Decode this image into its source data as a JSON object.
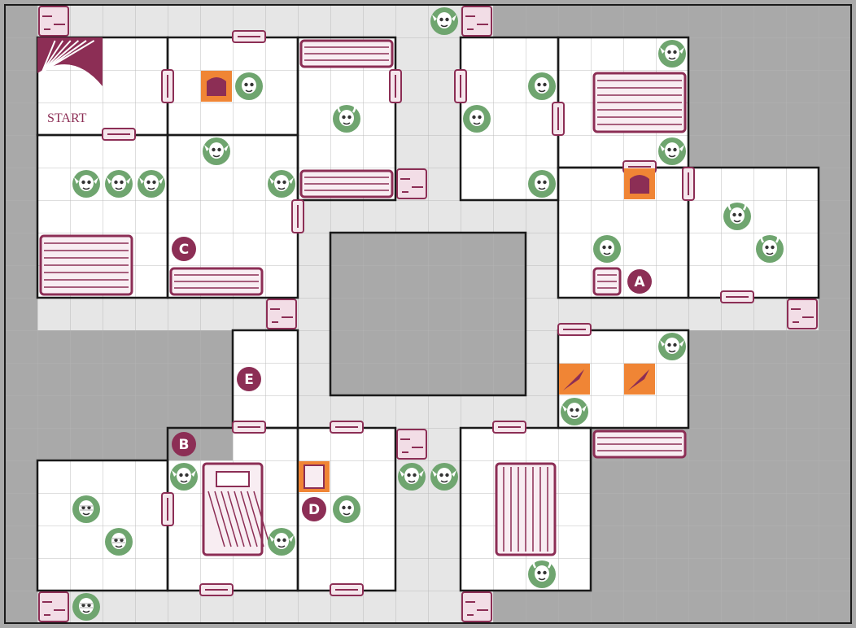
{
  "board": {
    "start_label": "START",
    "colors": {
      "outside": "#a9a9a9",
      "corridor": "#e6e6e6",
      "room": "#ffffff",
      "wall": "#1a1a1a",
      "furniture": "#8c2e55",
      "monster": "#6fa56f",
      "marker": "#8c2e55",
      "trap": "#f08535"
    }
  },
  "markers": [
    {
      "id": "A",
      "label": "A",
      "col": 19,
      "row": 8
    },
    {
      "id": "B",
      "label": "B",
      "col": 5,
      "row": 13
    },
    {
      "id": "C",
      "label": "C",
      "col": 5,
      "row": 7
    },
    {
      "id": "D",
      "label": "D",
      "col": 9,
      "row": 15
    },
    {
      "id": "E",
      "label": "E",
      "col": 7,
      "row": 11
    }
  ],
  "monsters": [
    {
      "kind": "orc",
      "col": 13,
      "row": 0
    },
    {
      "kind": "zombie",
      "col": 7,
      "row": 2
    },
    {
      "kind": "chaos",
      "col": 10,
      "row": 3
    },
    {
      "kind": "skeleton",
      "col": 16,
      "row": 2
    },
    {
      "kind": "skeleton",
      "col": 14,
      "row": 3
    },
    {
      "kind": "skeleton",
      "col": 16,
      "row": 5
    },
    {
      "kind": "orc",
      "col": 20,
      "row": 1
    },
    {
      "kind": "orc",
      "col": 20,
      "row": 4
    },
    {
      "kind": "goblin",
      "col": 6,
      "row": 4
    },
    {
      "kind": "goblin",
      "col": 2,
      "row": 5
    },
    {
      "kind": "goblin",
      "col": 3,
      "row": 5
    },
    {
      "kind": "goblin",
      "col": 4,
      "row": 5
    },
    {
      "kind": "goblin",
      "col": 8,
      "row": 5
    },
    {
      "kind": "chaos",
      "col": 22,
      "row": 6
    },
    {
      "kind": "chaos",
      "col": 23,
      "row": 7
    },
    {
      "kind": "zombie",
      "col": 18,
      "row": 7
    },
    {
      "kind": "goblin",
      "col": 20,
      "row": 10
    },
    {
      "kind": "goblin",
      "col": 17,
      "row": 12
    },
    {
      "kind": "goblin",
      "col": 5,
      "row": 14
    },
    {
      "kind": "goblin",
      "col": 12,
      "row": 14
    },
    {
      "kind": "goblin",
      "col": 13,
      "row": 14
    },
    {
      "kind": "mummy",
      "col": 2,
      "row": 15
    },
    {
      "kind": "mummy",
      "col": 3,
      "row": 16
    },
    {
      "kind": "goblin",
      "col": 8,
      "row": 16
    },
    {
      "kind": "skeleton",
      "col": 10,
      "row": 15
    },
    {
      "kind": "chaos",
      "col": 16,
      "row": 17
    },
    {
      "kind": "mummy",
      "col": 2,
      "row": 18
    }
  ],
  "traps": [
    {
      "kind": "pit",
      "col": 6,
      "row": 2
    },
    {
      "kind": "pit",
      "col": 19,
      "row": 5
    },
    {
      "kind": "spear",
      "col": 17,
      "row": 11
    },
    {
      "kind": "spear",
      "col": 19,
      "row": 11
    },
    {
      "kind": "rubble",
      "col": 9,
      "row": 14
    }
  ],
  "furniture": [
    {
      "kind": "stairway",
      "col": 1,
      "row": 1,
      "w": 2,
      "h": 2
    },
    {
      "kind": "bookcase",
      "col": 9,
      "row": 1,
      "w": 3,
      "h": 1
    },
    {
      "kind": "bookcase",
      "col": 9,
      "row": 5,
      "w": 3,
      "h": 1
    },
    {
      "kind": "rack",
      "col": 18,
      "row": 2,
      "w": 3,
      "h": 2
    },
    {
      "kind": "alchemist-bench",
      "col": 1,
      "row": 7,
      "w": 3,
      "h": 2
    },
    {
      "kind": "weapons-rack",
      "col": 5,
      "row": 8,
      "w": 3,
      "h": 1
    },
    {
      "kind": "chest",
      "col": 18,
      "row": 8,
      "w": 1,
      "h": 1
    },
    {
      "kind": "cupboard",
      "col": 18,
      "row": 13,
      "w": 3,
      "h": 1
    },
    {
      "kind": "tomb",
      "col": 6,
      "row": 14,
      "w": 2,
      "h": 3
    },
    {
      "kind": "table",
      "col": 15,
      "row": 14,
      "w": 2,
      "h": 3
    }
  ],
  "blocked": [
    {
      "col": 1,
      "row": 0
    },
    {
      "col": 14,
      "row": 0
    },
    {
      "col": 12,
      "row": 5
    },
    {
      "col": 8,
      "row": 9
    },
    {
      "col": 24,
      "row": 9
    },
    {
      "col": 12,
      "row": 13
    },
    {
      "col": 1,
      "row": 18
    },
    {
      "col": 14,
      "row": 18
    }
  ]
}
